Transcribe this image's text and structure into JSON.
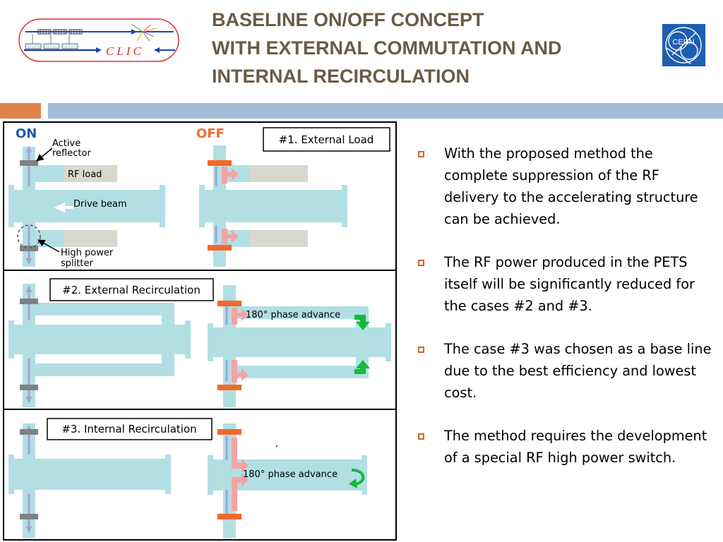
{
  "header": {
    "logo_text": "CLIC",
    "title_lines": [
      "BASELINE ON/OFF CONCEPT",
      "WITH EXTERNAL COMMUTATION AND",
      "INTERNAL RECIRCULATION"
    ],
    "cern_logo_text": "CERN"
  },
  "diagram": {
    "on_label": "ON",
    "off_label": "OFF",
    "labels": {
      "active_reflector": [
        "Active",
        "reflector"
      ],
      "rf_load": "RF load",
      "drive_beam": "Drive beam",
      "high_power_splitter": [
        "High power",
        "splitter"
      ],
      "phase_advance": "180° phase advance"
    },
    "panels": [
      {
        "label": "#1. External Load"
      },
      {
        "label": "#2. External Recirculation"
      },
      {
        "label": "#3. Internal Recirculation"
      }
    ],
    "colors": {
      "waveguide": "#b2dfe3",
      "reflector_on": "#808080",
      "reflector_off": "#f0692a",
      "load": "#d8d8cf",
      "on_text": "#1f5ba8",
      "off_text": "#f0692a",
      "rf_arrow": "#f5a3a3",
      "green_arrow": "#18b83a",
      "beam_arrow": "#9aa6d8"
    }
  },
  "bullets": [
    "With the proposed method the complete suppression of the RF delivery to the accelerating structure can be achieved.",
    "The RF power produced in the PETS itself will be significantly reduced for the cases #2 and #3.",
    "The case #3 was chosen as a base line due to the best efficiency and lowest cost.",
    "The method requires the development of a special RF high power switch."
  ]
}
